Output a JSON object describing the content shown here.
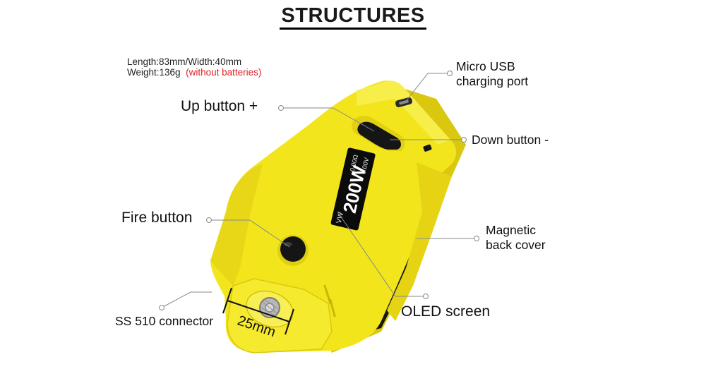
{
  "title": "STRUCTURES",
  "specs": {
    "line1": "Length:83mm/Width:40mm",
    "line2": "Weight:136g",
    "note": "(without batteries)"
  },
  "labels": {
    "micro_usb_1": "Micro USB",
    "micro_usb_2": "charging port",
    "up_button": "Up button +",
    "down_button": "Down button -",
    "fire_button": "Fire button",
    "magnetic_1": "Magnetic",
    "magnetic_2": "back cover",
    "oled_screen": "OLED screen",
    "connector": "SS 510 connector"
  },
  "dimension": "25mm",
  "screen": {
    "power": "200W",
    "mode": "VW",
    "line_a": "0.00Ω",
    "line_b": "0.00V"
  },
  "colors": {
    "body": "#f2e51c",
    "body_shadow": "#d9c80f",
    "body_dark": "#bfae08",
    "accent_black": "#151515"
  }
}
